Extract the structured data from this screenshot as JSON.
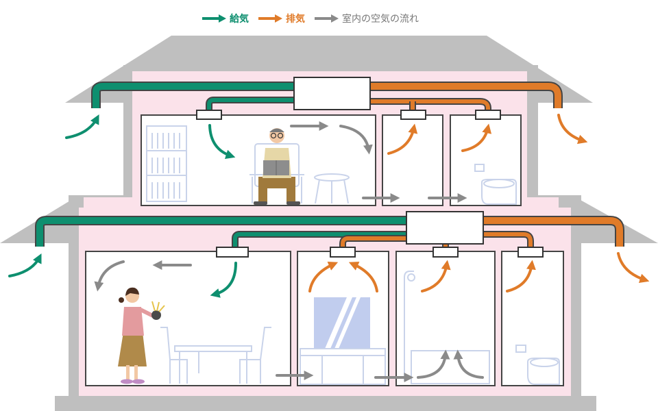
{
  "legend": {
    "supply": {
      "label": "給気",
      "color": "#0e8f6f",
      "icon": "green-arrow-icon"
    },
    "exhaust": {
      "label": "排気",
      "color": "#e07b29",
      "icon": "orange-arrow-icon"
    },
    "flow": {
      "label": "室内の空気の流れ",
      "color": "#888888",
      "icon": "gray-arrow-icon"
    }
  },
  "colors": {
    "house_wall": "#bfbfbf",
    "house_interior": "#fbe2ea",
    "room_bg": "#ffffff",
    "furniture": "#c9d3ea",
    "fixture_glass": "#c1cdee"
  }
}
